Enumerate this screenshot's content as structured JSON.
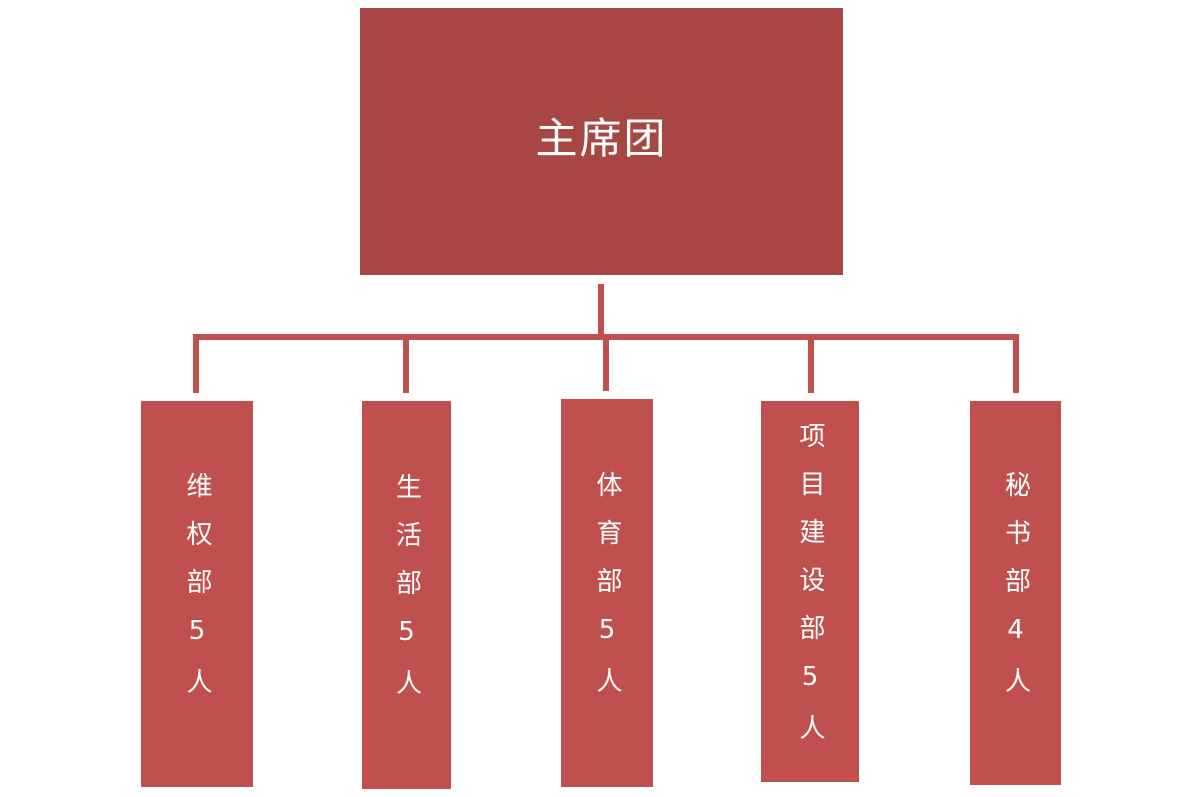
{
  "top": {
    "title": "主席团"
  },
  "departments": [
    {
      "label": "维权部5人"
    },
    {
      "label": "生活部5人"
    },
    {
      "label": "体育部5人"
    },
    {
      "label": "项目建设部5人"
    },
    {
      "label": "秘书部4人"
    }
  ],
  "colors": {
    "top_box": "#a84643",
    "dept_box": "#c0504d",
    "connector": "#c0504d",
    "text": "#ffffff"
  }
}
